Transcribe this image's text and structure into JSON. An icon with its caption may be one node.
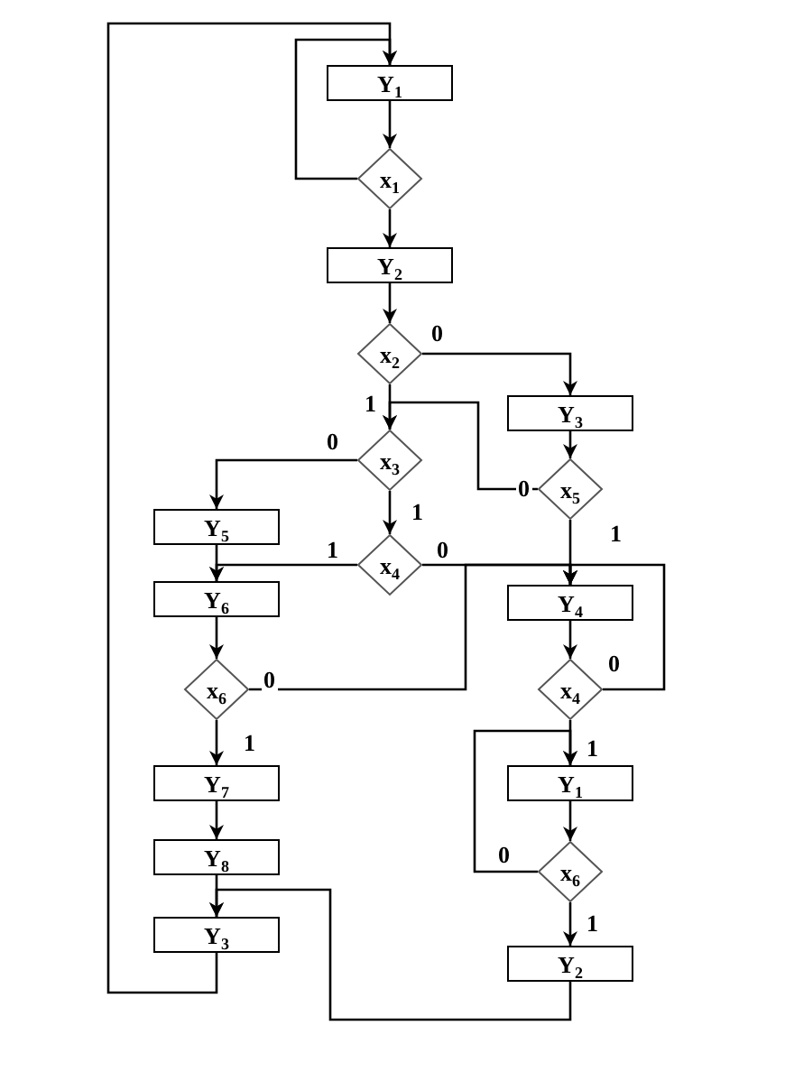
{
  "diagram": {
    "nodes": [
      {
        "text": [
          "Y$_{1}$"
        ]
      },
      {
        "text": [
          "x$_{1}$"
        ]
      },
      {
        "text": [
          "Y$_{2}$"
        ]
      },
      {
        "text": [
          "x$_{2}$"
        ]
      },
      {
        "text": [
          "Y$_{3}$"
        ]
      },
      {
        "text": [
          "x$_{3}$"
        ]
      },
      {
        "text": [
          "x$_{5}$"
        ]
      },
      {
        "text": [
          "Y$_{5}$"
        ]
      },
      {
        "text": [
          "x$_{4}$"
        ]
      },
      {
        "text": [
          "Y$_{6}$"
        ]
      },
      {
        "text": [
          "Y$_{4}$"
        ]
      },
      {
        "text": [
          "x$_{6}$"
        ]
      },
      {
        "text": [
          "x$_{4}$"
        ]
      },
      {
        "text": [
          "Y$_{7}$"
        ]
      },
      {
        "text": [
          "Y$_{1}$"
        ]
      },
      {
        "text": [
          "Y$_{8}$"
        ]
      },
      {
        "text": [
          "x$_{6}$"
        ]
      },
      {
        "text": [
          "Y$_{3}$"
        ]
      },
      {
        "text": [
          "Y$_{2}$"
        ]
      }
    ],
    "edges": [
      {
        "from": 0,
        "to": 1,
        "arrow": "to"
      },
      {
        "from": 1,
        "to": 2,
        "arrow": "to"
      },
      {
        "from": 1,
        "to": 0,
        "arrow": "to"
      },
      {
        "from": 2,
        "to": 3,
        "arrow": "to"
      },
      {
        "from": 3,
        "to": 4,
        "label": "0",
        "arrow": "to"
      },
      {
        "from": 3,
        "to": 5,
        "label": "1",
        "arrow": "to"
      },
      {
        "from": 5,
        "to": 7,
        "label": "0",
        "arrow": "to"
      },
      {
        "from": 5,
        "to": 8,
        "label": "1",
        "arrow": "to"
      },
      {
        "from": 4,
        "to": 6,
        "arrow": "to"
      },
      {
        "from": 6,
        "to": 5,
        "label": "0",
        "arrow": "to"
      },
      {
        "from": 6,
        "to": 10,
        "label": "1",
        "arrow": "to"
      },
      {
        "from": 8,
        "to": 9,
        "label": "1",
        "arrow": "to"
      },
      {
        "from": 8,
        "to": 10,
        "label": "0",
        "arrow": "to"
      },
      {
        "from": 7,
        "to": 9,
        "arrow": "to"
      },
      {
        "from": 9,
        "to": 11,
        "arrow": "to"
      },
      {
        "from": 11,
        "to": 10,
        "label": "0",
        "arrow": "to"
      },
      {
        "from": 11,
        "to": 13,
        "label": "1",
        "arrow": "to"
      },
      {
        "from": 10,
        "to": 12,
        "arrow": "to"
      },
      {
        "from": 12,
        "to": 10,
        "label": "0",
        "arrow": "to"
      },
      {
        "from": 12,
        "to": 14,
        "label": "1",
        "arrow": "to"
      },
      {
        "from": 14,
        "to": 16,
        "arrow": "to"
      },
      {
        "from": 16,
        "to": 14,
        "label": "0",
        "arrow": "to"
      },
      {
        "from": 16,
        "to": 18,
        "label": "1",
        "arrow": "to"
      },
      {
        "from": 13,
        "to": 15,
        "arrow": "to"
      },
      {
        "from": 15,
        "to": 17,
        "arrow": "to"
      },
      {
        "from": 18,
        "to": 17,
        "arrow": "to"
      },
      {
        "from": 17,
        "to": 0,
        "arrow": "to"
      }
    ]
  }
}
